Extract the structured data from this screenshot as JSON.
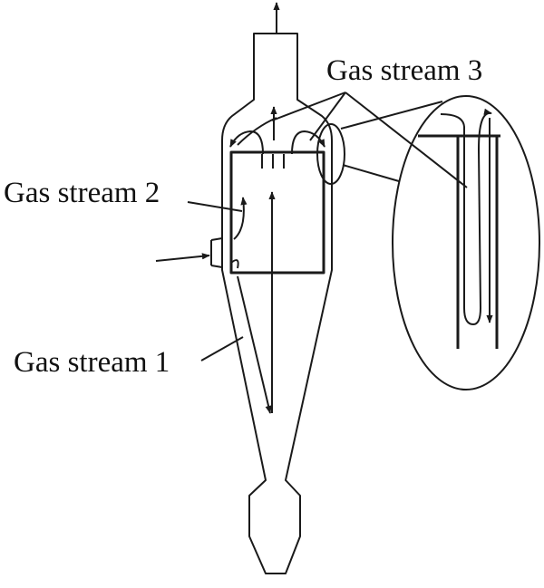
{
  "labels": {
    "gas_stream_1": "Gas stream 1",
    "gas_stream_2": "Gas stream 2",
    "gas_stream_3": "Gas stream 3"
  },
  "colors": {
    "line": "#1a1a1a",
    "background": "#ffffff"
  }
}
